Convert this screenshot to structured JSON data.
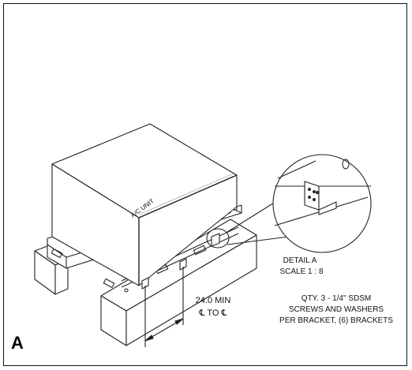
{
  "figure": {
    "panel_letter": "A",
    "unit_label": "A/C UNIT",
    "detail_title": "DETAIL A",
    "detail_scale": "SCALE 1 : 8",
    "dimension_value": "24.0 MIN",
    "dimension_ref": "℄ TO ℄",
    "note_lines": [
      "QTY. 3 - 1/4\" SDSM",
      "SCREWS AND WASHERS",
      "PER BRACKET, (6) BRACKETS"
    ]
  }
}
